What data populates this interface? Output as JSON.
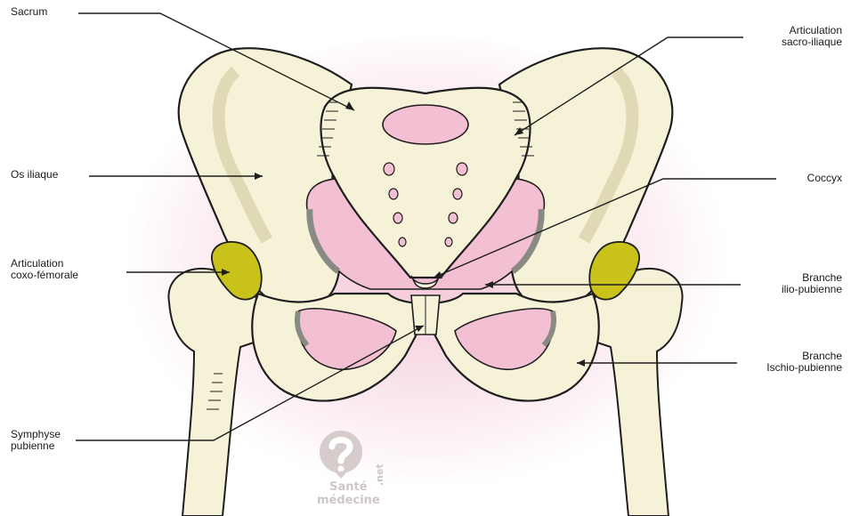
{
  "labels": {
    "sacrum": "Sacrum",
    "sacroiliac_line1": "Articulation",
    "sacroiliac_line2": "sacro-iliaque",
    "os_iliaque": "Os iliaque",
    "coccyx": "Coccyx",
    "coxofemoral_line1": "Articulation",
    "coxofemoral_line2": "coxo-fémorale",
    "ilio_pubienne_line1": "Branche",
    "ilio_pubienne_line2": "ilio-pubienne",
    "ischio_pubienne_line1": "Branche",
    "ischio_pubienne_line2": "Ischio-pubienne",
    "symphyse_line1": "Symphyse",
    "symphyse_line2": "pubienne"
  },
  "watermark": {
    "line1": "Santé",
    "line2": "médecine",
    "suffix": ".net"
  },
  "colors": {
    "bone": "#f6f2d8",
    "bone_shadow": "#e6e0bf",
    "outline": "#1e1e1e",
    "pink": "#f2bfd3",
    "pink_dark": "#e9a5c0",
    "joint_yellow": "#c9c21a",
    "background_glow": "#f7d9e4"
  }
}
